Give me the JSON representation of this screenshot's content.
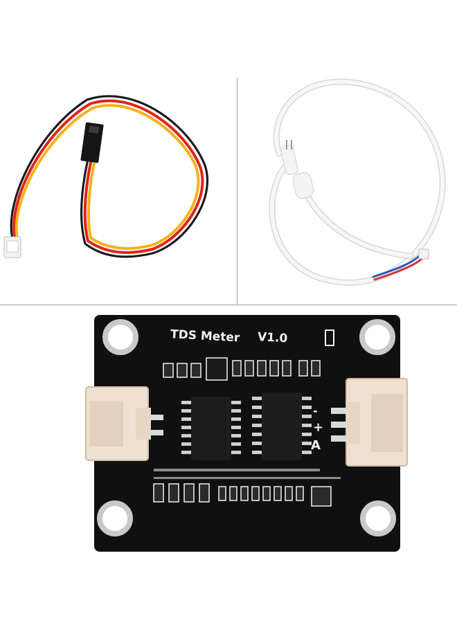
{
  "board": {
    "silkscreen_title": "TDS Meter",
    "silkscreen_version": "V1.0",
    "pin_minus": "-",
    "pin_plus": "+",
    "pin_a": "A"
  },
  "colors": {
    "background": "#ffffff",
    "divider": "#9a9a9a",
    "pcb": "#101010",
    "wire_red": "#e2231a",
    "wire_yellow": "#f6b21a",
    "wire_black": "#1a1a1a",
    "connector": "#efe1cf",
    "probe_cable": "#f7f7f7",
    "probe_wire_blue": "#2b56c9",
    "probe_wire_red": "#d9322b"
  },
  "icons": {
    "jumper_cable": "three-wire-jumper-cable",
    "probe": "tds-probe-cable",
    "board": "tds-meter-board"
  }
}
